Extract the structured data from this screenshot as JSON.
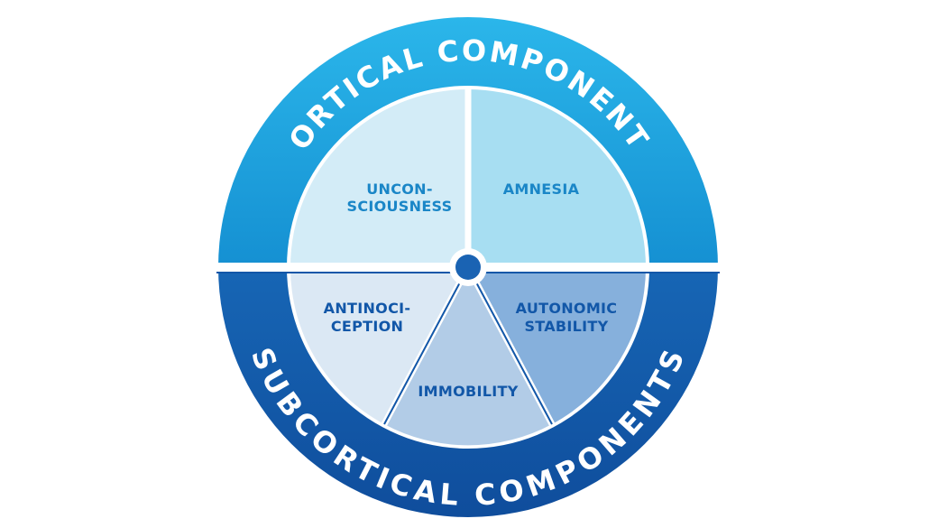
{
  "ring": {
    "top_label": "CORTICAL COMPONENTS",
    "bottom_label": "SUBCORTICAL COMPONENTS"
  },
  "segments": {
    "unconsciousness": {
      "line1": "UNCON-",
      "line2": "SCIOUSNESS"
    },
    "amnesia": {
      "line1": "AMNESIA"
    },
    "antinociception": {
      "line1": "ANTINOCI-",
      "line2": "CEPTION"
    },
    "autonomic_stability": {
      "line1": "AUTONOMIC",
      "line2": "STABILITY"
    },
    "immobility": {
      "line1": "IMMOBILITY"
    }
  },
  "colors": {
    "ring_top": "#1aa3de",
    "ring_bottom": "#1257a8",
    "unconsciousness": "#d3ecf7",
    "amnesia": "#a7def2",
    "antinociception": "#dbe8f4",
    "immobility": "#b2cce7",
    "autonomic_stability": "#86b0dc",
    "label_top": "#1a86c7",
    "label_bottom": "#1257a8",
    "divider": "#ffffff",
    "hub": "#1257a8"
  }
}
